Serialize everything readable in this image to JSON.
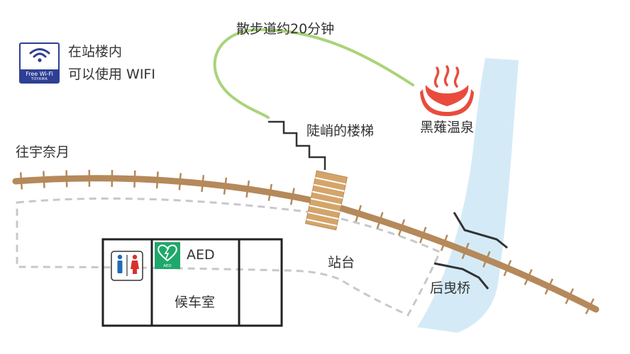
{
  "wifi": {
    "badge_line1": "Free Wi-Fi",
    "badge_line2": "TOYAMA",
    "label_line1": "在站楼内",
    "label_line2": "可以使用 WIFI"
  },
  "labels": {
    "walk_route": "散步道约20分钟",
    "steep_stairs": "陡峭的楼梯",
    "hot_spring": "黑薙温泉",
    "direction_unazuki": "往宇奈月",
    "platform": "站台",
    "rear_bridge": "后曳桥",
    "aed": "AED",
    "aed_icon_text": "AED",
    "waiting_room": "候车室"
  },
  "colors": {
    "railway": "#b5895a",
    "walking_path": "#a9d47a",
    "river": "#d4ebf7",
    "dashed_outline": "#c8c8c8",
    "hot_spring_icon": "#e94c3d",
    "aed_green": "#1fa86b",
    "wifi_blue": "#2e3f94",
    "restroom_male": "#1f6cb5",
    "restroom_female": "#d9322b"
  },
  "icons": {
    "wifi": "wifi-icon",
    "hot_spring": "hot-spring-icon",
    "aed": "aed-icon",
    "restroom": "restroom-icon",
    "stairs": "stairs-icon"
  }
}
